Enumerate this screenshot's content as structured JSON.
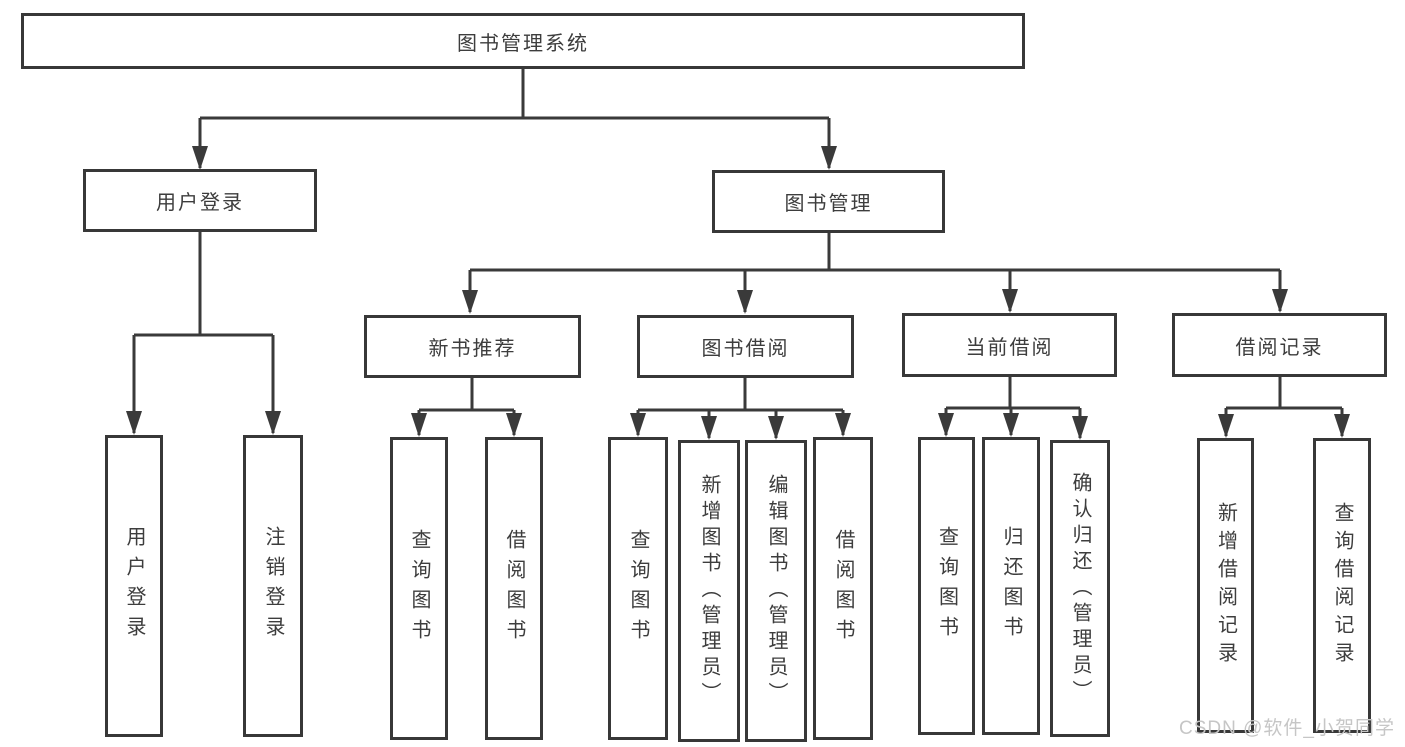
{
  "colors": {
    "line": "#3a3a3a",
    "box_border": "#383838",
    "text": "#3d3d3d",
    "background": "#ffffff",
    "watermark": "#c6c6c6"
  },
  "watermark": {
    "text": "CSDN @软件_小贺同学"
  },
  "nodes": {
    "root": {
      "label": "图书管理系统"
    },
    "user_login": {
      "label": "用户登录"
    },
    "book_mgmt": {
      "label": "图书管理"
    },
    "new_book_rec": {
      "label": "新书推荐"
    },
    "book_borrow": {
      "label": "图书借阅"
    },
    "current_borrow": {
      "label": "当前借阅"
    },
    "borrow_record": {
      "label": "借阅记录"
    },
    "user_login_leaf": {
      "label": "用户登录"
    },
    "logout_leaf": {
      "label": "注销登录"
    },
    "nbr_query": {
      "label": "查询图书"
    },
    "nbr_borrow": {
      "label": "借阅图书"
    },
    "bb_query": {
      "label": "查询图书"
    },
    "bb_add": {
      "label": "新增图书（管理员）"
    },
    "bb_edit": {
      "label": "编辑图书（管理员）"
    },
    "bb_borrow": {
      "label": "借阅图书"
    },
    "cb_query": {
      "label": "查询图书"
    },
    "cb_return": {
      "label": "归还图书"
    },
    "cb_confirm": {
      "label": "确认归还（管理员）"
    },
    "br_add": {
      "label": "新增借阅记录"
    },
    "br_query": {
      "label": "查询借阅记录"
    }
  }
}
